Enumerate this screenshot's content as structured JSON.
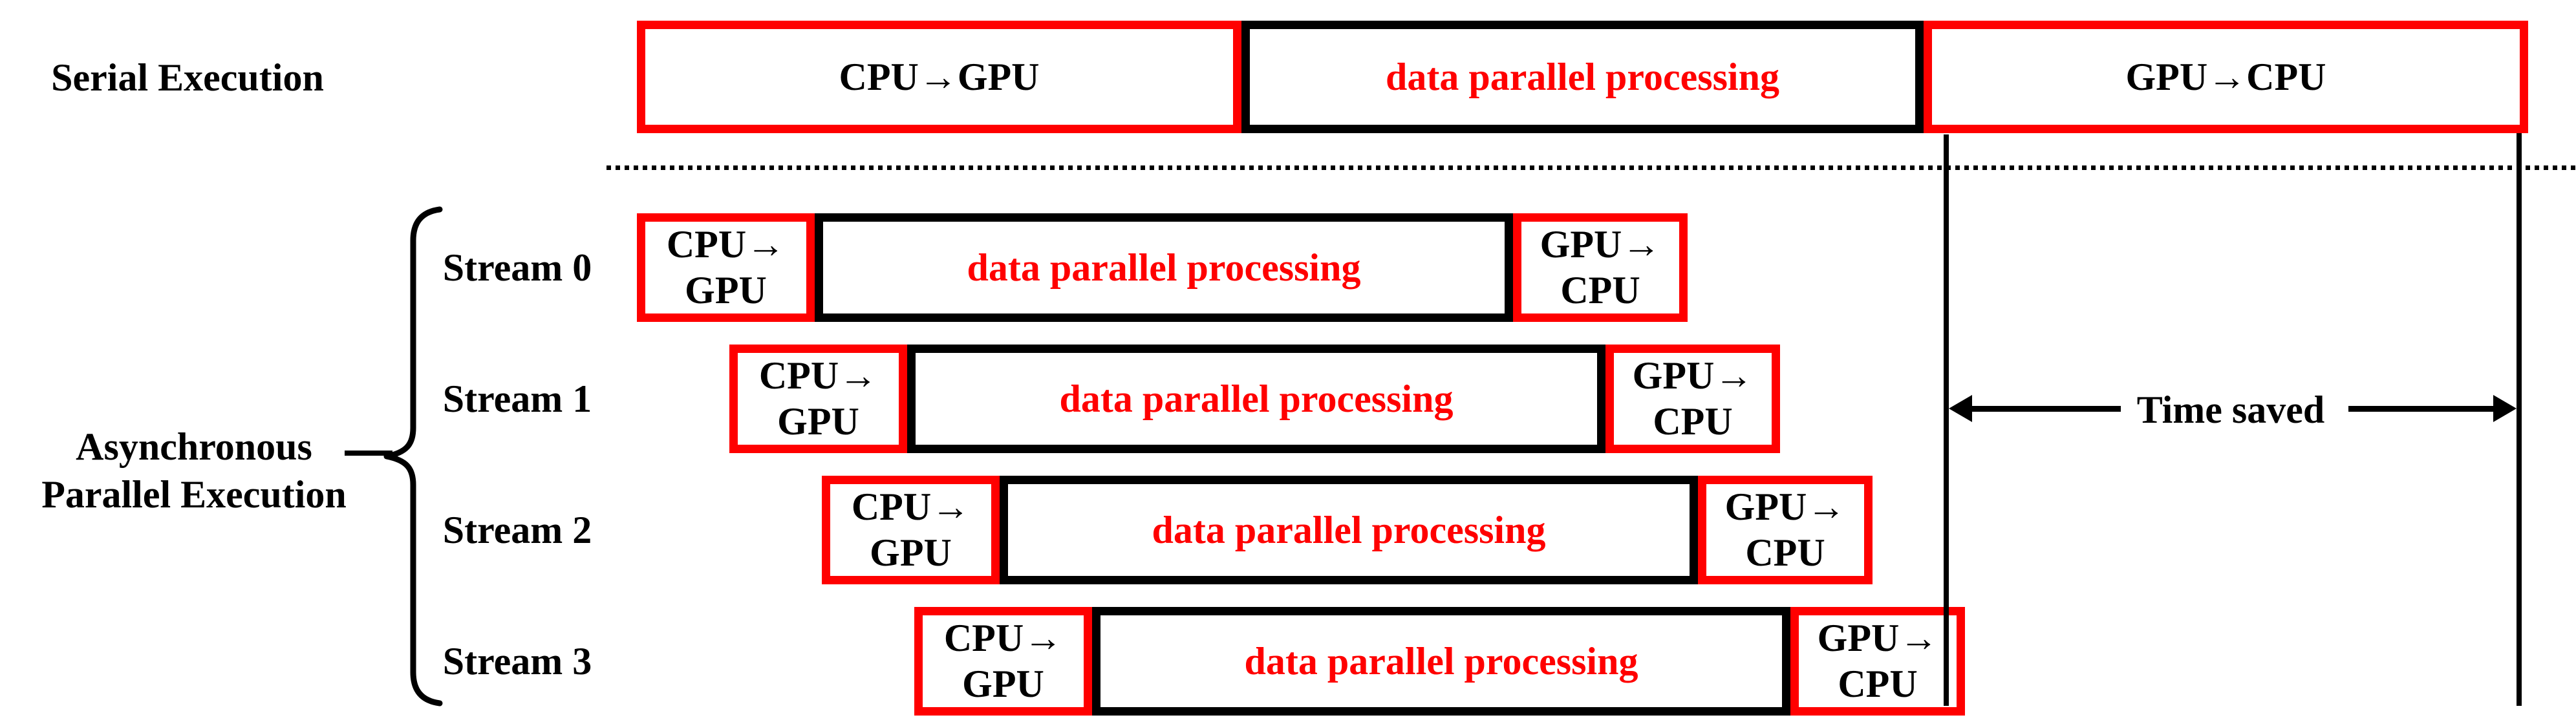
{
  "colors": {
    "red": "#ff0000",
    "black": "#000000",
    "background": "#ffffff"
  },
  "labels": {
    "serial": "Serial Execution",
    "async_line1": "Asynchronous",
    "async_line2": "Parallel Execution",
    "time_saved": "Time saved"
  },
  "serial_row": {
    "h2d": "CPU→GPU",
    "kernel": "data parallel processing",
    "d2h": "GPU→CPU"
  },
  "streams": [
    {
      "label": "Stream 0",
      "h2d_top": "CPU→",
      "h2d_bottom": "GPU",
      "kernel": "data parallel processing",
      "d2h_top": "GPU→",
      "d2h_bottom": "CPU"
    },
    {
      "label": "Stream 1",
      "h2d_top": "CPU→",
      "h2d_bottom": "GPU",
      "kernel": "data parallel processing",
      "d2h_top": "GPU→",
      "d2h_bottom": "CPU"
    },
    {
      "label": "Stream 2",
      "h2d_top": "CPU→",
      "h2d_bottom": "GPU",
      "kernel": "data parallel processing",
      "d2h_top": "GPU→",
      "d2h_bottom": "CPU"
    },
    {
      "label": "Stream 3",
      "h2d_top": "CPU→",
      "h2d_bottom": "GPU",
      "kernel": "data parallel processing",
      "d2h_top": "GPU→",
      "d2h_bottom": "CPU"
    }
  ]
}
